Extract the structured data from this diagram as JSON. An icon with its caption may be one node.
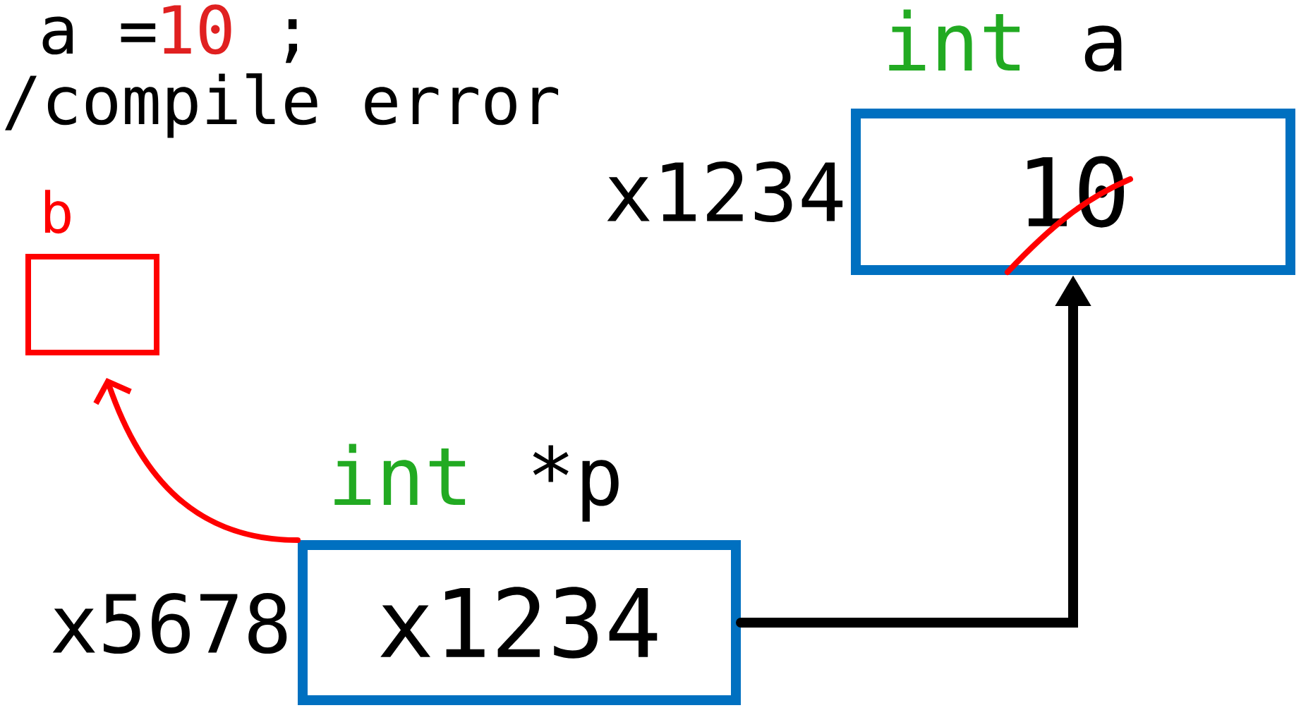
{
  "diagram": {
    "nodes": [
      {
        "text": [
          "int",
          "a",
          "10"
        ],
        "beside": [
          "x1234"
        ]
      },
      {
        "text": [
          "int",
          "*p",
          "x1234"
        ],
        "beside": [
          "x5678"
        ]
      },
      {
        "text": [
          "b"
        ]
      }
    ],
    "edges": [
      {
        "from": 1,
        "to": 0,
        "arrow": "to"
      },
      {
        "from": 1,
        "to": 2,
        "arrow": "to",
        "color": "#ff0000"
      }
    ],
    "labels": [
      "a =",
      "10",
      ";",
      "/compile error"
    ]
  }
}
